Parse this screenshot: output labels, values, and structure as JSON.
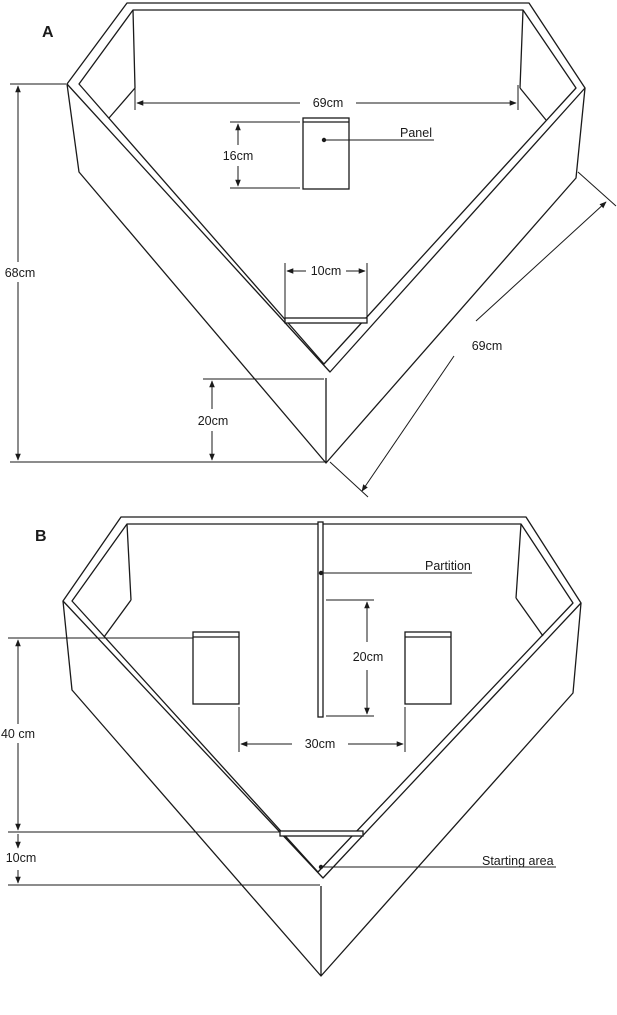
{
  "panel_a": {
    "letter": "A",
    "width_label": "69cm",
    "panel_height_label": "16cm",
    "panel_label": "Panel",
    "gap_label": "10cm",
    "height_label": "68cm",
    "wall_height_label": "20cm",
    "side_label": "69cm"
  },
  "panel_b": {
    "letter": "B",
    "partition_label": "Partition",
    "partition_height_label": "20cm",
    "panel_spacing_label": "30cm",
    "distance_label": "40 cm",
    "start_depth_label": "10cm",
    "start_label": "Starting area"
  }
}
